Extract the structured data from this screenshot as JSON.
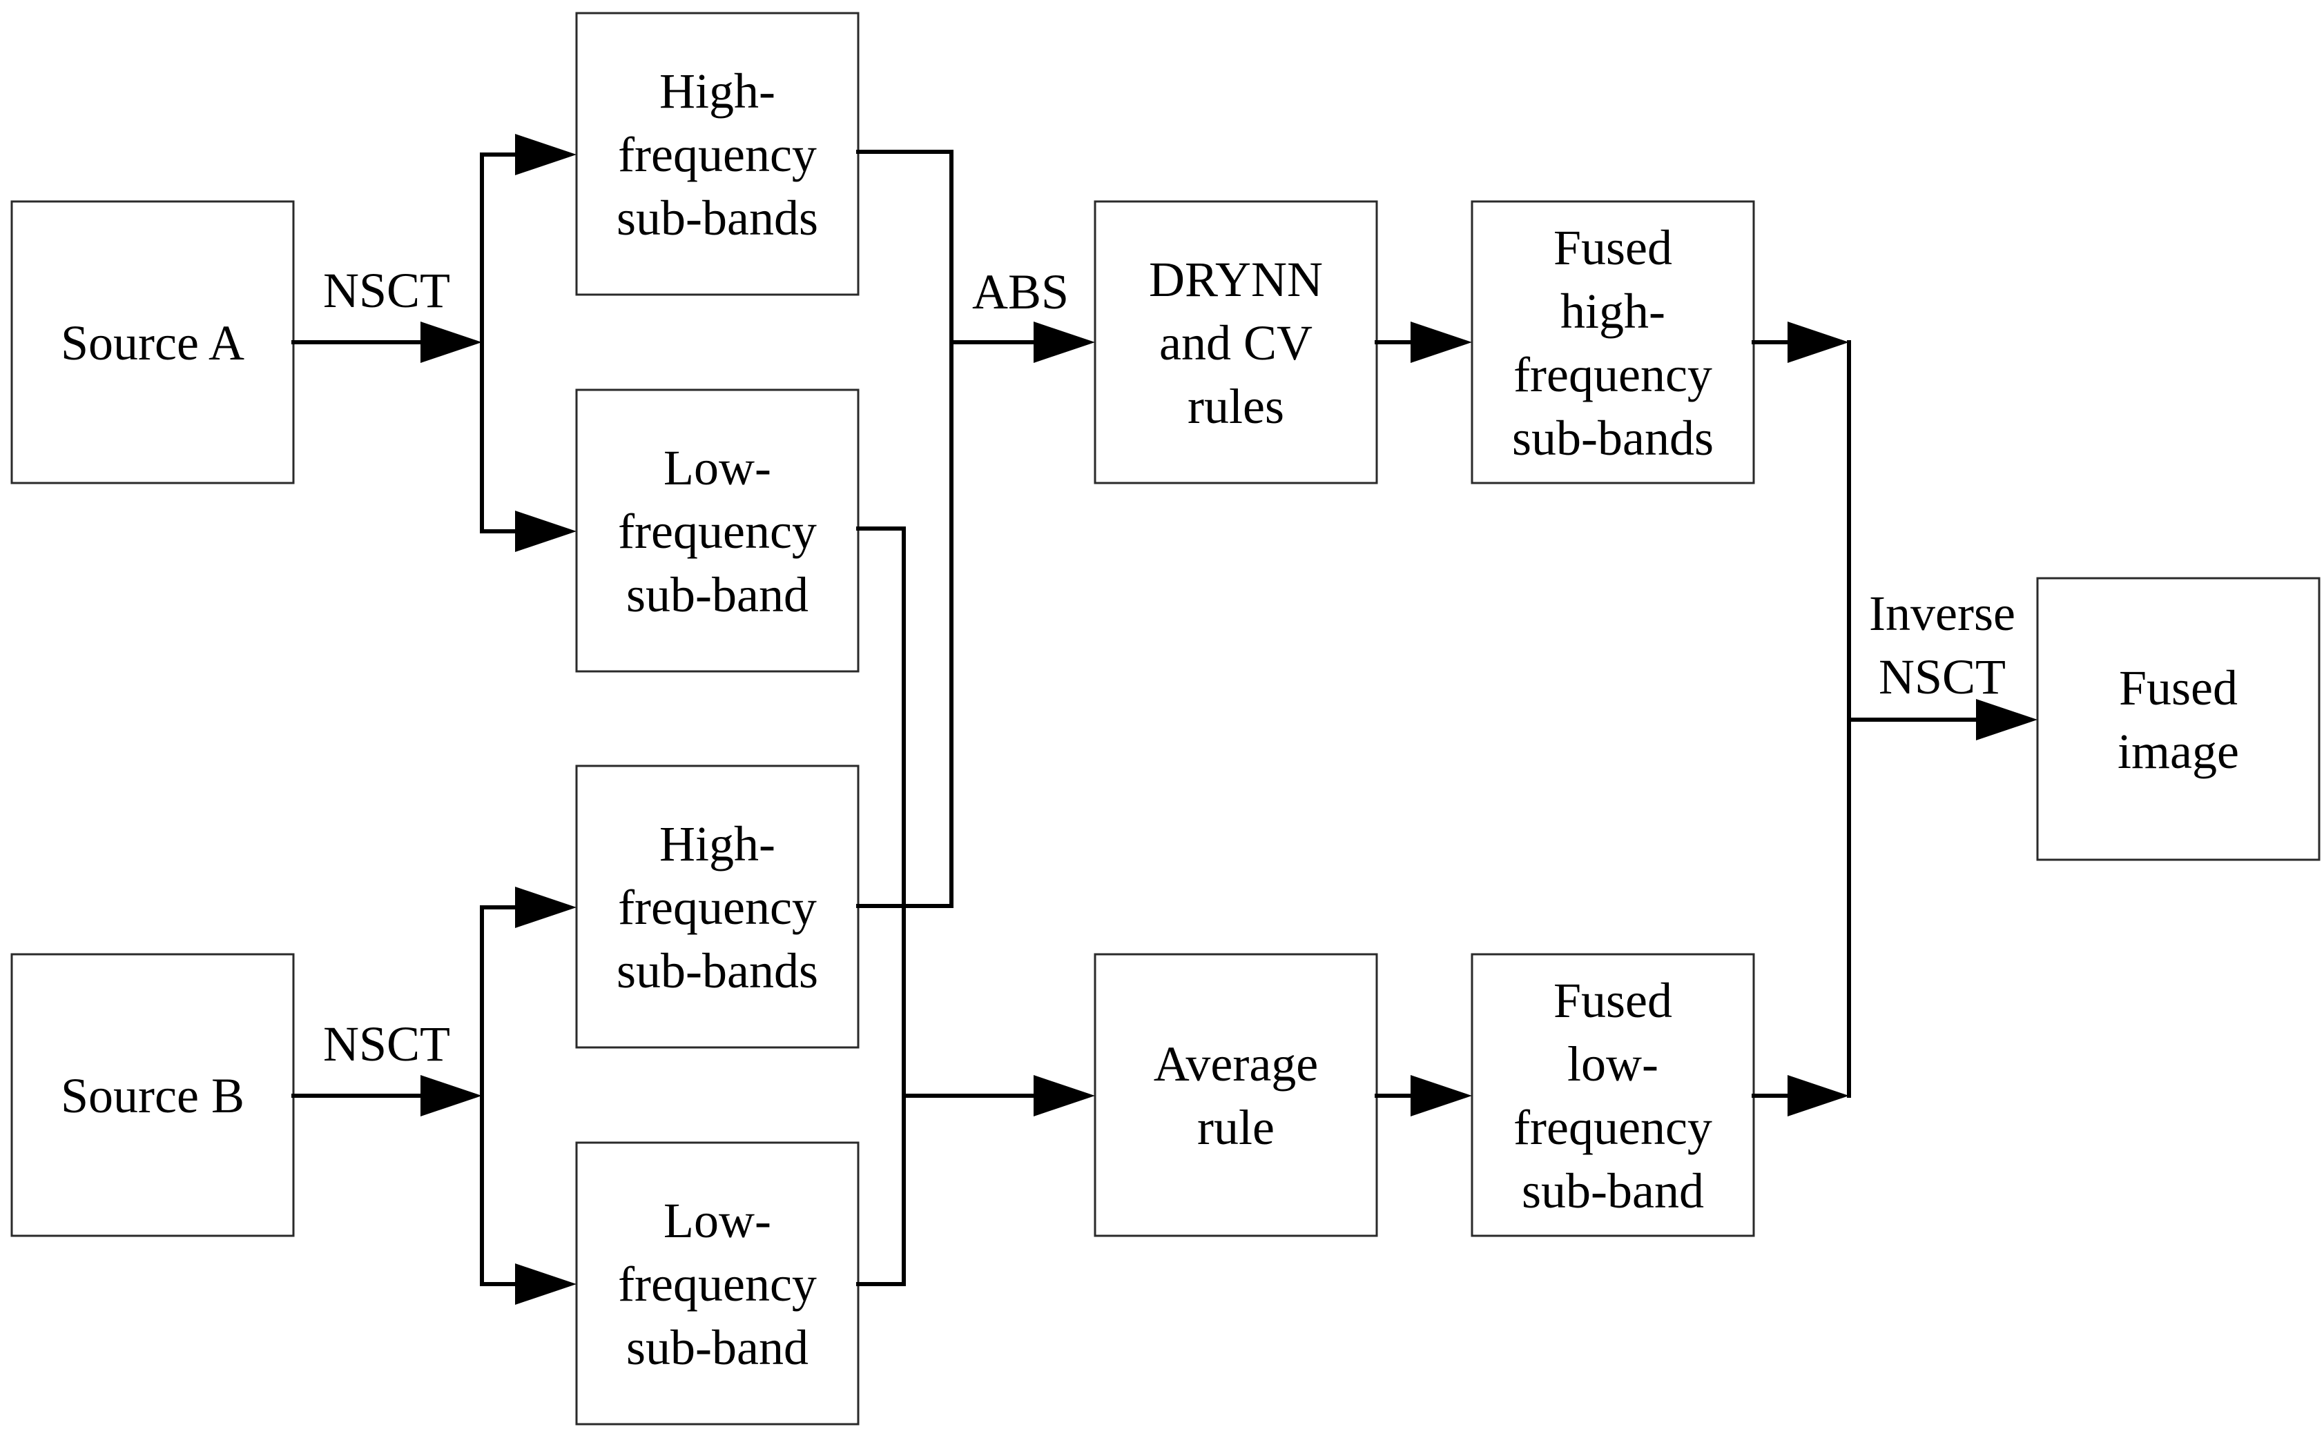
{
  "nodes": {
    "source_a": [
      "Source A"
    ],
    "source_b": [
      "Source B"
    ],
    "high_a": [
      "High-",
      "frequency",
      "sub-bands"
    ],
    "low_a": [
      "Low-",
      "frequency",
      "sub-band"
    ],
    "high_b": [
      "High-",
      "frequency",
      "sub-bands"
    ],
    "low_b": [
      "Low-",
      "frequency",
      "sub-band"
    ],
    "drynn": [
      "DRYNN",
      "and CV",
      "rules"
    ],
    "average": [
      "Average",
      "rule"
    ],
    "fused_high": [
      "Fused",
      "high-",
      "frequency",
      "sub-bands"
    ],
    "fused_low": [
      "Fused",
      "low-",
      "frequency",
      "sub-band"
    ],
    "fused_image": [
      "Fused",
      "image"
    ]
  },
  "edge_labels": {
    "nsct_a": [
      "NSCT"
    ],
    "nsct_b": [
      "NSCT"
    ],
    "abs": [
      "ABS"
    ],
    "inverse_nsct": [
      "Inverse",
      "NSCT"
    ]
  }
}
